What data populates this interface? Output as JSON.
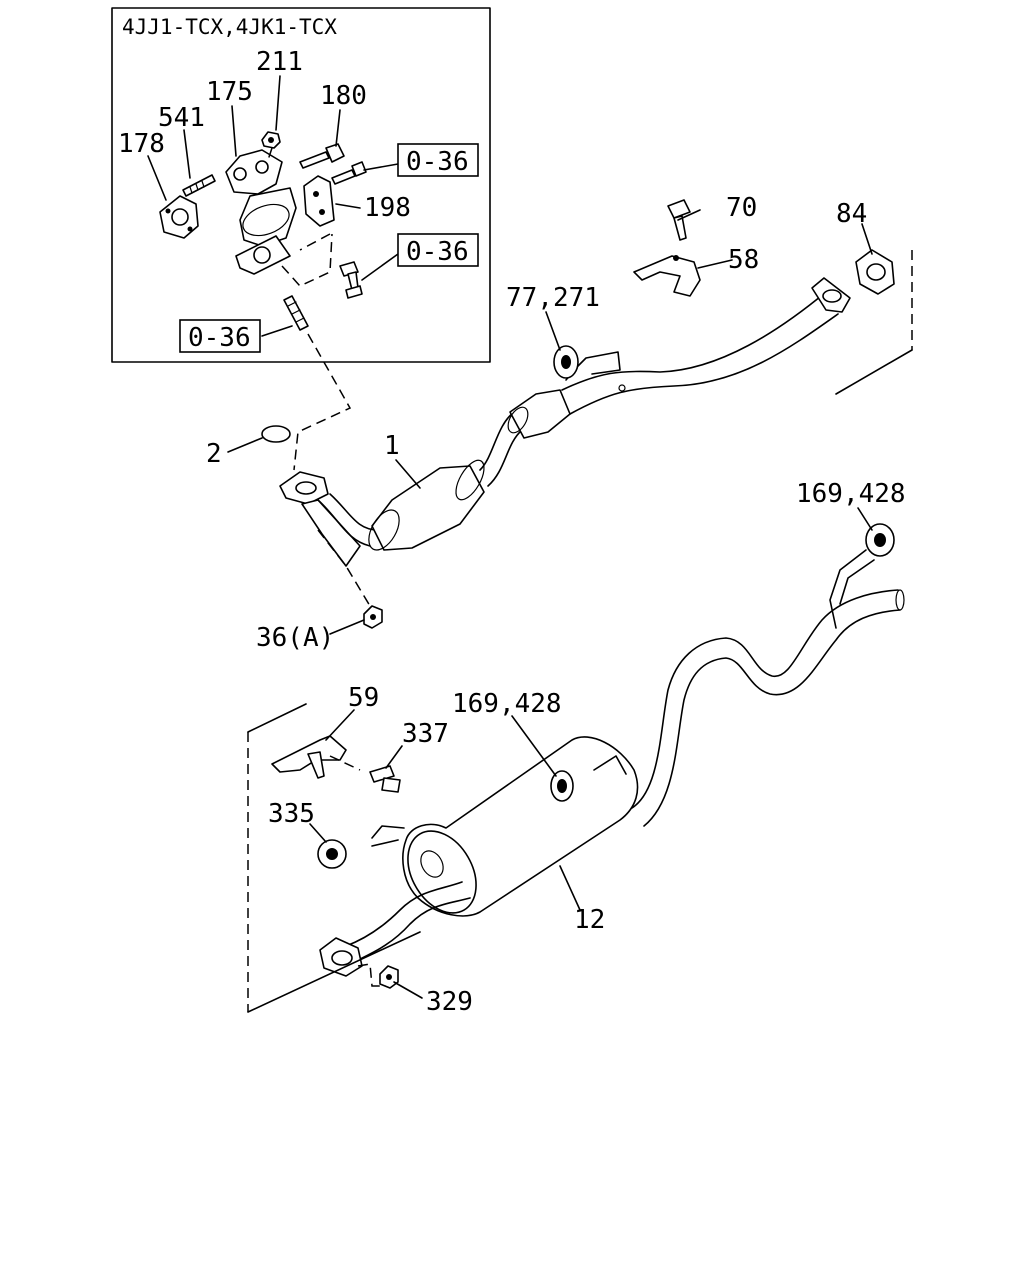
{
  "inset": {
    "header": "4JJ1-TCX,4JK1-TCX",
    "labels": {
      "p211": "211",
      "p175": "175",
      "p180": "180",
      "p541": "541",
      "p178": "178",
      "p198": "198"
    },
    "refs": [
      "0-36",
      "0-36",
      "0-36"
    ]
  },
  "labels": {
    "p70": "70",
    "p84": "84",
    "p58": "58",
    "p77_271": "77,271",
    "p2": "2",
    "p1": "1",
    "p169_428_top": "169,428",
    "p36a": "36(A)",
    "p59": "59",
    "p169_428_mid": "169,428",
    "p337": "337",
    "p335": "335",
    "p12": "12",
    "p329": "329"
  }
}
